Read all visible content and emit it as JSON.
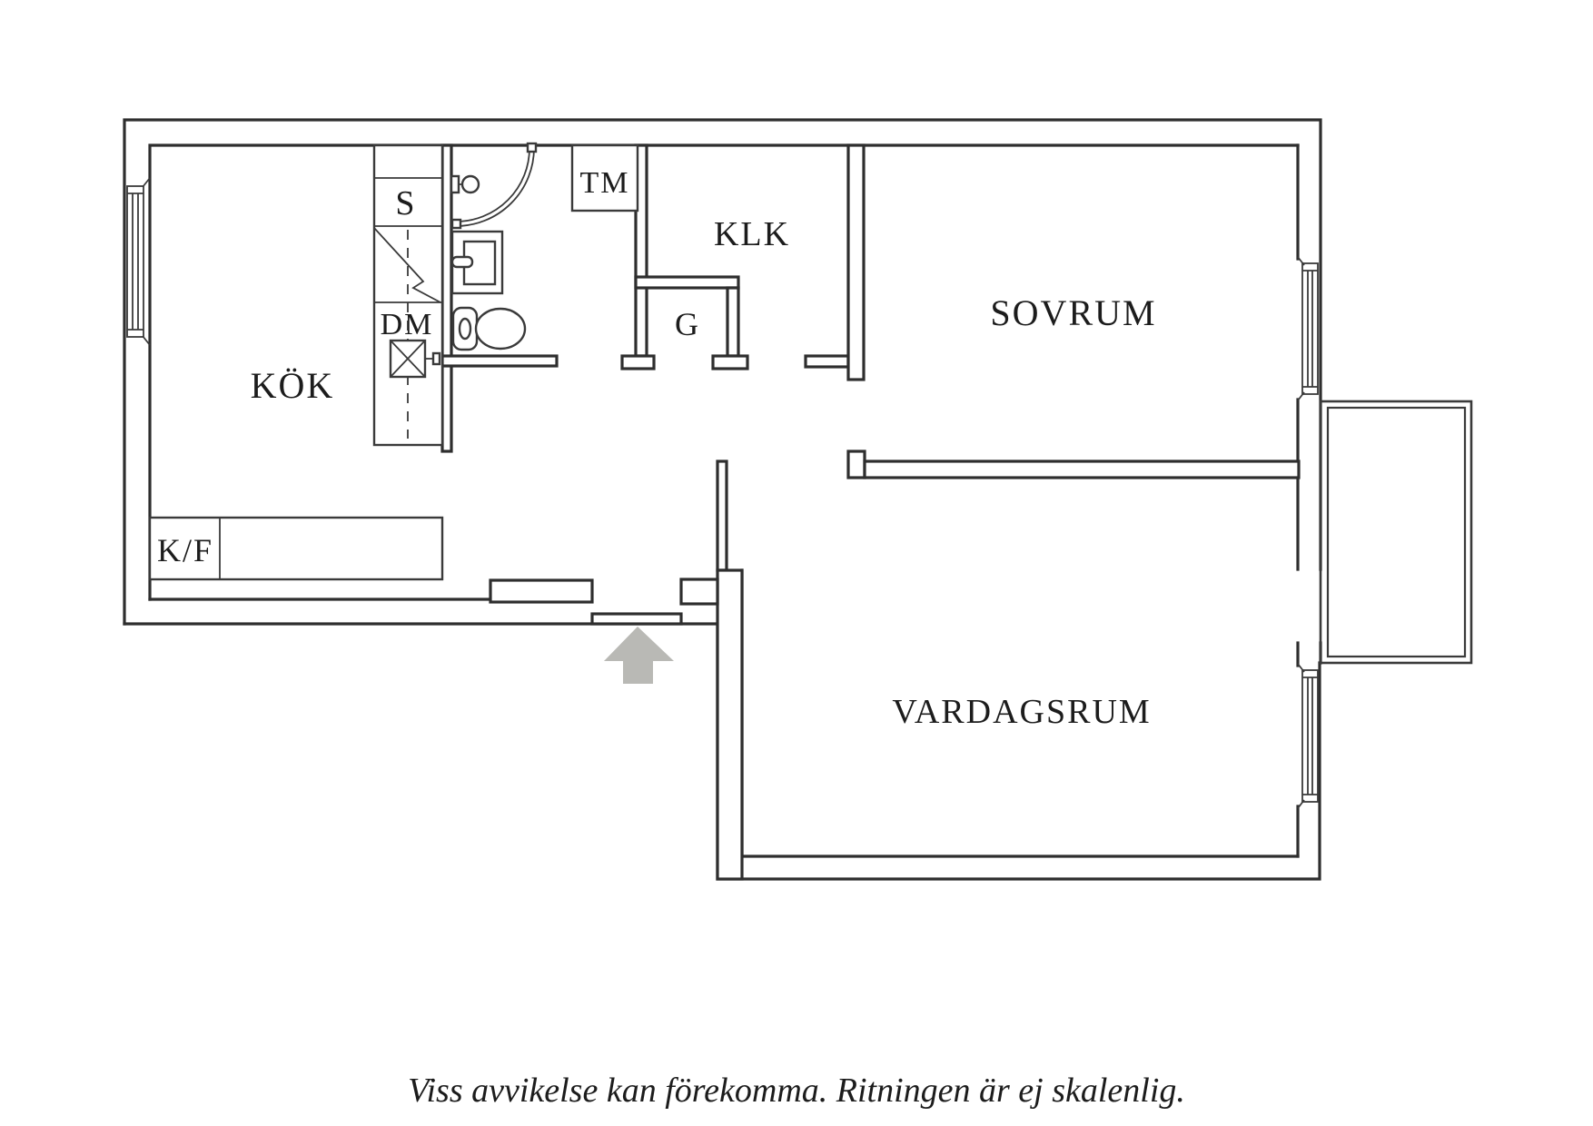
{
  "floorplan": {
    "labels": {
      "kitchen": "KÖK",
      "bedroom": "SOVRUM",
      "living_room": "VARDAGSRUM",
      "walk_in_closet": "KLK",
      "wardrobe": "G",
      "cabinet": "S",
      "dishwasher": "DM",
      "washing_machine": "TM",
      "fridge_freezer": "K/F"
    },
    "disclaimer": "Viss avvikelse kan förekomma. Ritningen är ej skalenlig.",
    "colors": {
      "wall_line": "#2e2e2e",
      "fixture_line": "#3a3a3a",
      "entrance_arrow": "#b9b9b5",
      "text": "#1c1c1c",
      "background": "#ffffff"
    }
  }
}
